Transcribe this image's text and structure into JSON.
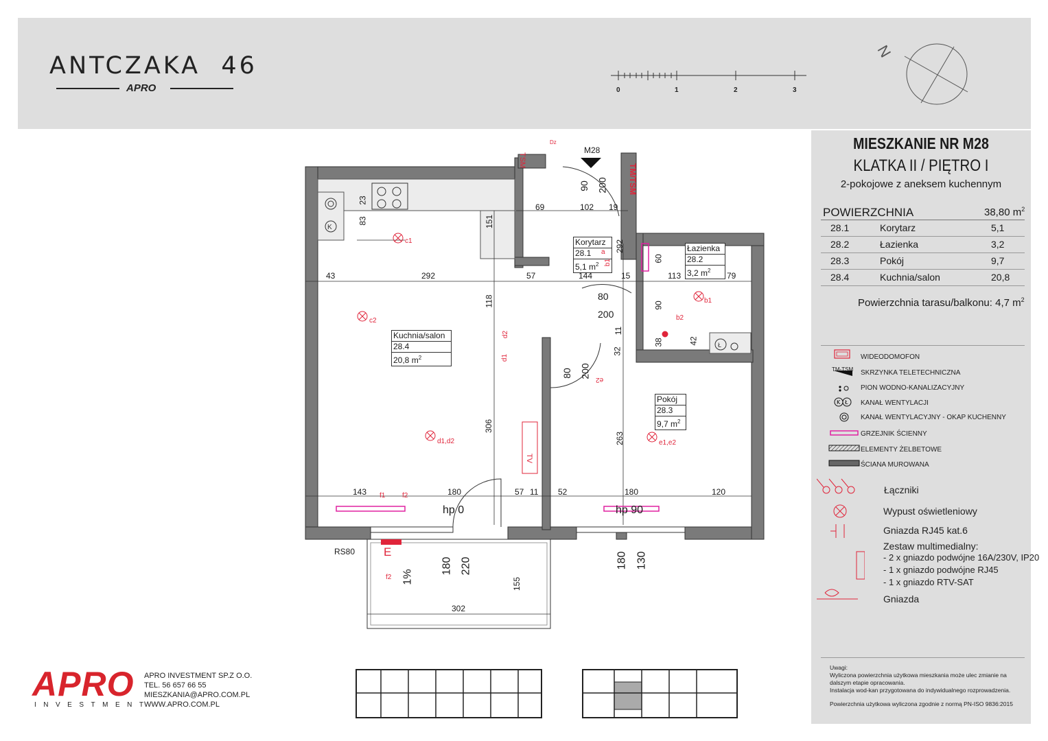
{
  "header": {
    "project": "ANTCZAKA  46",
    "developer": "APRO",
    "scale_labels": [
      "0",
      "1",
      "2",
      "3"
    ],
    "north": "N"
  },
  "apartment": {
    "title": "MIESZKANIE NR M28",
    "subtitle": "KLATKA II / PIĘTRO I",
    "type": "2-pokojowe z aneksem kuchennym",
    "area_label": "POWIERZCHNIA",
    "area_total": "38,80 m",
    "rooms": [
      {
        "id": "28.1",
        "name": "Korytarz",
        "area": "5,1"
      },
      {
        "id": "28.2",
        "name": "Łazienka",
        "area": "3,2"
      },
      {
        "id": "28.3",
        "name": "Pokój",
        "area": "9,7"
      },
      {
        "id": "28.4",
        "name": "Kuchnia/salon",
        "area": "20,8"
      }
    ],
    "terrace": "Powierzchnia tarasu/balkonu: 4,7 m"
  },
  "legend": {
    "items": [
      "WIDEODOMOFON",
      "SKRZYNKA TELETECHNICZNA",
      "PION WODNO-KANALIZACYJNY",
      "KANAŁ WENTYLACJI",
      "KANAŁ WENTYLACYJNY - OKAP KUCHENNY",
      "GRZEJNIK ŚCIENNY",
      "ELEMENTY ŻELBETOWE",
      "ŚCIANA MUROWANA"
    ],
    "tm_tsm_symbol": "TM-TSM",
    "switches": "Łączniki",
    "lighting": "Wypust oświetleniowy",
    "rj45": "Gniazda RJ45 kat.6",
    "multimedia_title": "Zestaw multimedialny:",
    "multimedia_items": [
      "- 2 x gniazdo podwójne 16A/230V, IP20",
      "- 1 x gniazdo podwójne RJ45",
      "- 1 x gniazdo RTV-SAT"
    ],
    "sockets": "Gniazda"
  },
  "notes": {
    "title": "Uwagi:",
    "lines": [
      "Wyliczona powierzchnia użytkowa mieszkania może ulec zmianie na",
      "dalszym etapie opracowania.",
      "Instalacja wod-kan przygotowana do indywidualnego rozprowadzenia."
    ],
    "norm": "Powierzchnia użytkowa wyliczona zgodnie z normą PN-ISO 9836:2015"
  },
  "plan": {
    "apartment_tag": "M28",
    "room_boxes": [
      {
        "name": "Korytarz",
        "id": "28.1",
        "area": "5,1 m"
      },
      {
        "name": "Łazienka",
        "id": "28.2",
        "area": "3,2 m"
      },
      {
        "name": "Kuchnia/salon",
        "id": "28.4",
        "area": "20,8 m"
      },
      {
        "name": "Pokój",
        "id": "28.3",
        "area": "9,7 m"
      }
    ],
    "dimensions": [
      "43",
      "292",
      "57",
      "144",
      "15",
      "113",
      "79",
      "69",
      "102",
      "19",
      "90",
      "200",
      "23",
      "83",
      "151",
      "118",
      "292",
      "60",
      "80",
      "200",
      "90",
      "11",
      "38",
      "42",
      "32",
      "80",
      "200",
      "306",
      "263",
      "143",
      "180",
      "57",
      "11",
      "52",
      "180",
      "120",
      "180",
      "220",
      "155",
      "302",
      "180",
      "130"
    ],
    "levels": [
      "hp 0",
      "hp 90"
    ],
    "slope": "1%",
    "rs": "RS80",
    "e_label": "E",
    "tm_tsm": "TM/TSM",
    "tsm": "TSM",
    "dz": "Dz",
    "tv": "TV",
    "outlet_labels": [
      "c1",
      "c2",
      "d1,d2",
      "e1,e2",
      "b1",
      "b2",
      "f2",
      "a",
      "b1",
      "d1",
      "d2",
      "e2",
      "f1",
      "f2"
    ]
  },
  "company": {
    "logo": "APRO",
    "logo_sub": "INVESTMENT",
    "name": "APRO INVESTMENT SP.Z O.O.",
    "tel": "TEL. 56 657 66 55",
    "email": "MIESZKANIA@APRO.COM.PL",
    "web": "WWW.APRO.COM.PL"
  },
  "colors": {
    "wall": "#7a7a7a",
    "header_bg": "#dedede",
    "electric": "#e0243a",
    "radiator": "#e020a0",
    "logo_red": "#d8242c"
  }
}
